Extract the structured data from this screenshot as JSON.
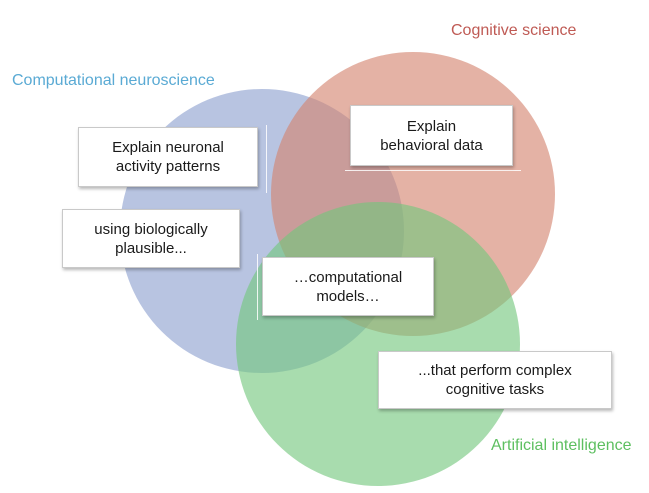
{
  "sets": [
    {
      "id": "compneuro",
      "label": "Computational neuroscience",
      "color": "#8ca0cf",
      "label_color": "#5aaad4"
    },
    {
      "id": "cogsci",
      "label": "Cognitive science",
      "color": "#d4826e",
      "label_color": "#bf5a54"
    },
    {
      "id": "ai",
      "label": "Artificial intelligence",
      "color": "#72c77d",
      "label_color": "#5dbf60"
    }
  ],
  "boxes": {
    "neuronal": "Explain neuronal\nactivity patterns",
    "behavioral": "Explain\nbehavioral data",
    "biological": "using biologically\nplausible...",
    "models": "…computational\nmodels…",
    "tasks": "...that perform complex\ncognitive tasks"
  }
}
